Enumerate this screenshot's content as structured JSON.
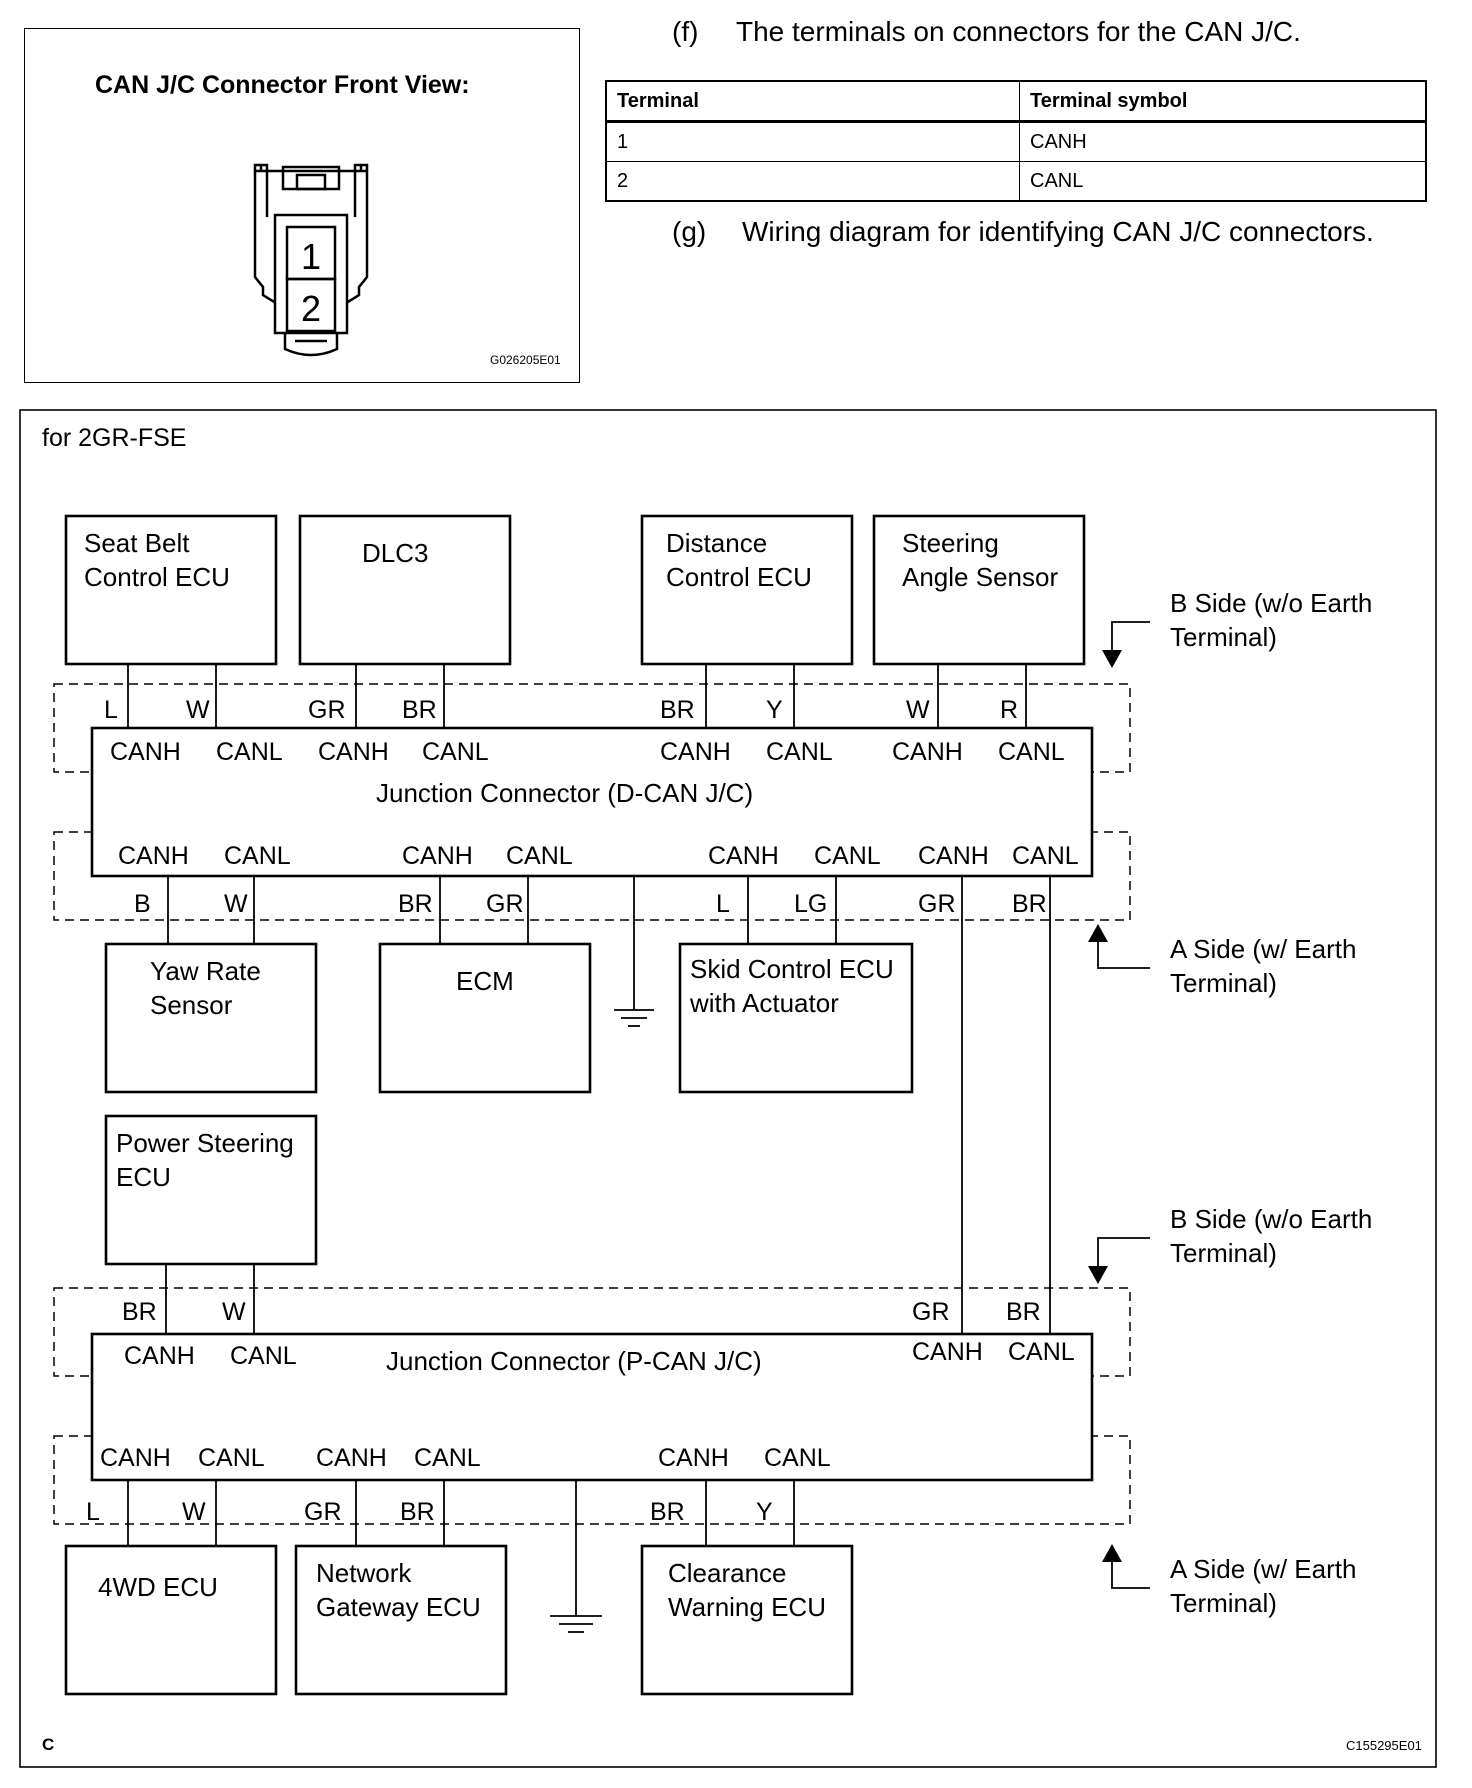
{
  "connector_view": {
    "title": "CAN J/C Connector Front View:",
    "pins": [
      "1",
      "2"
    ],
    "figure_code": "G026205E01"
  },
  "step_f": {
    "marker": "(f)",
    "text": "The terminals on connectors for the CAN J/C."
  },
  "terminal_table": {
    "headers": [
      "Terminal",
      "Terminal symbol"
    ],
    "rows": [
      [
        "1",
        "CANH"
      ],
      [
        "2",
        "CANL"
      ]
    ]
  },
  "step_g": {
    "marker": "(g)",
    "text": "Wiring diagram for identifying CAN J/C connectors."
  },
  "wiring": {
    "variant": "for 2GR-FSE",
    "corner_label": "C",
    "figure_code": "C155295E01",
    "side_b": [
      "B Side (w/o Earth",
      "Terminal)"
    ],
    "side_a": [
      "A Side (w/ Earth",
      "Terminal)"
    ],
    "jc1_label": "Junction Connector (D-CAN J/C)",
    "jc2_label": "Junction Connector (P-CAN J/C)",
    "ecus": {
      "seat_belt": [
        "Seat Belt",
        "Control ECU"
      ],
      "dlc3": [
        "DLC3"
      ],
      "distance": [
        "Distance",
        "Control ECU"
      ],
      "steering": [
        "Steering",
        "Angle Sensor"
      ],
      "yaw": [
        "Yaw Rate",
        "Sensor"
      ],
      "ecm": [
        "ECM"
      ],
      "skid": [
        "Skid Control ECU",
        "with Actuator"
      ],
      "power_steering": [
        "Power Steering",
        "ECU"
      ],
      "fourwd": [
        "4WD ECU"
      ],
      "gateway": [
        "Network",
        "Gateway ECU"
      ],
      "clearance": [
        "Clearance",
        "Warning ECU"
      ]
    },
    "jc1_top_wires": [
      "L",
      "W",
      "GR",
      "BR",
      "BR",
      "Y",
      "W",
      "R"
    ],
    "jc1_top_terms": [
      "CANH",
      "CANL",
      "CANH",
      "CANL",
      "CANH",
      "CANL",
      "CANH",
      "CANL"
    ],
    "jc1_bottom_terms": [
      "CANH",
      "CANL",
      "CANH",
      "CANL",
      "CANH",
      "CANL",
      "CANH",
      "CANL"
    ],
    "jc1_bottom_wires": [
      "B",
      "W",
      "BR",
      "GR",
      "L",
      "LG",
      "GR",
      "BR"
    ],
    "jc2_top_wires": [
      "BR",
      "W",
      "GR",
      "BR"
    ],
    "jc2_top_terms": [
      "CANH",
      "CANL",
      "CANH",
      "CANL"
    ],
    "jc2_bottom_terms": [
      "CANH",
      "CANL",
      "CANH",
      "CANL",
      "CANH",
      "CANL"
    ],
    "jc2_bottom_wires": [
      "L",
      "W",
      "GR",
      "BR",
      "BR",
      "Y"
    ]
  }
}
